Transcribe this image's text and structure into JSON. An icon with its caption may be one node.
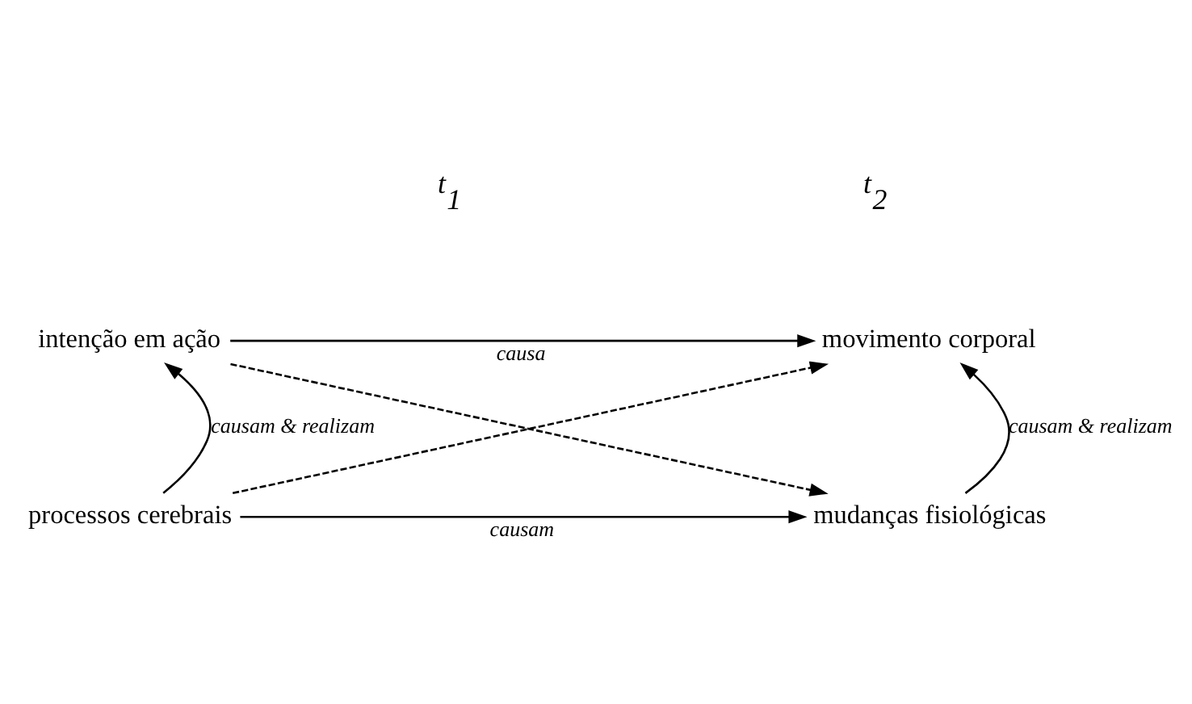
{
  "diagram": {
    "nodes": [
      {
        "text": [
          "intenção em ação"
        ]
      },
      {
        "text": [
          "movimento corporal"
        ]
      },
      {
        "text": [
          "processos cerebrais"
        ]
      },
      {
        "text": [
          "mudanças fisiológicas"
        ]
      }
    ],
    "edges": [
      {
        "from": 0,
        "to": 1,
        "arrow": "to",
        "label": "causa"
      },
      {
        "from": 2,
        "to": 0,
        "arrow": "to",
        "label": "causam & realizam"
      },
      {
        "from": 0,
        "to": 3,
        "arrow": "to",
        "style": "dashed"
      },
      {
        "from": 2,
        "to": 1,
        "arrow": "to",
        "style": "dashed"
      },
      {
        "from": 3,
        "to": 1,
        "arrow": "to",
        "label": "causam & realizam"
      },
      {
        "from": 2,
        "to": 3,
        "arrow": "to",
        "label": "causam"
      }
    ],
    "labels": [
      "t$_{1}$",
      "t$_{2}$"
    ]
  }
}
